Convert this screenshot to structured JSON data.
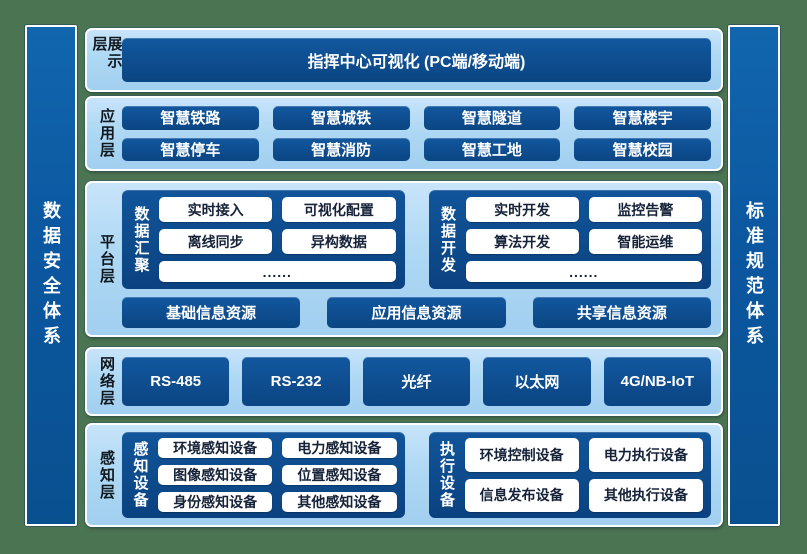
{
  "pillars": {
    "left": "数据安全体系",
    "right": "标准规范体系"
  },
  "layers": {
    "presentation": {
      "label": "展示层",
      "box": "指挥中心可视化 (PC端/移动端)"
    },
    "application": {
      "label": "应用层",
      "items": [
        "智慧铁路",
        "智慧城铁",
        "智慧隧道",
        "智慧楼宇",
        "智慧停车",
        "智慧消防",
        "智慧工地",
        "智慧校园"
      ]
    },
    "platform": {
      "label": "平台层",
      "groups": [
        {
          "title": "数据汇聚",
          "items": [
            "实时接入",
            "可视化配置",
            "离线同步",
            "异构数据"
          ],
          "more": "......"
        },
        {
          "title": "数据开发",
          "items": [
            "实时开发",
            "监控告警",
            "算法开发",
            "智能运维"
          ],
          "more": "......"
        }
      ],
      "resources": [
        "基础信息资源",
        "应用信息资源",
        "共享信息资源"
      ]
    },
    "network": {
      "label": "网络层",
      "items": [
        "RS-485",
        "RS-232",
        "光纤",
        "以太网",
        "4G/NB-IoT"
      ]
    },
    "perception": {
      "label": "感知层",
      "groups": [
        {
          "title": "感知设备",
          "items": [
            "环境感知设备",
            "电力感知设备",
            "图像感知设备",
            "位置感知设备",
            "身份感知设备",
            "其他感知设备"
          ]
        },
        {
          "title": "执行设备",
          "items": [
            "环境控制设备",
            "电力执行设备",
            "信息发布设备",
            "其他执行设备"
          ]
        }
      ]
    }
  },
  "colors": {
    "background_green": "#4b7452",
    "panel_light_blue": "#aed8f4",
    "box_dark_blue": "#0e4d8f",
    "pillar_blue": "#0b57a0",
    "panel_border": "#ffffff",
    "white_box_text": "#152238",
    "label_text": "#10181f"
  }
}
